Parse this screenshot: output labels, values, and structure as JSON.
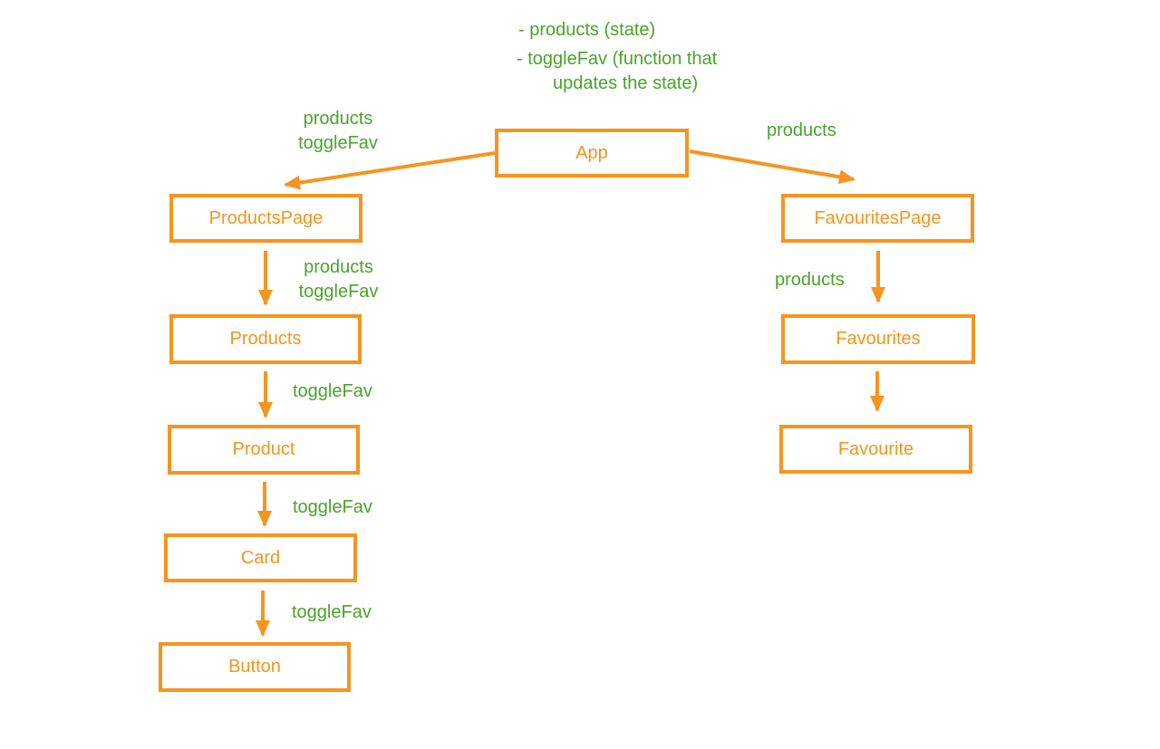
{
  "colors": {
    "orange": "#F7941E",
    "green": "#4AA32B",
    "background": "#FFFFFF"
  },
  "notes": {
    "bullet1": "- products (state)",
    "bullet2_line1": "- toggleFav (function that",
    "bullet2_line2": "updates the state)"
  },
  "nodes": {
    "app": {
      "label": "App"
    },
    "products_page": {
      "label": "ProductsPage"
    },
    "products": {
      "label": "Products"
    },
    "product": {
      "label": "Product"
    },
    "card": {
      "label": "Card"
    },
    "button": {
      "label": "Button"
    },
    "favourites_page": {
      "label": "FavouritesPage"
    },
    "favourites": {
      "label": "Favourites"
    },
    "favourite": {
      "label": "Favourite"
    }
  },
  "edge_labels": {
    "app_to_products_page": [
      "products",
      "toggleFav"
    ],
    "app_to_favourites_page": [
      "products"
    ],
    "products_page_to_products": [
      "products",
      "toggleFav"
    ],
    "products_to_product": [
      "toggleFav"
    ],
    "product_to_card": [
      "toggleFav"
    ],
    "card_to_button": [
      "toggleFav"
    ],
    "favourites_page_to_favourites": [
      "products"
    ],
    "favourites_to_favourite": []
  }
}
